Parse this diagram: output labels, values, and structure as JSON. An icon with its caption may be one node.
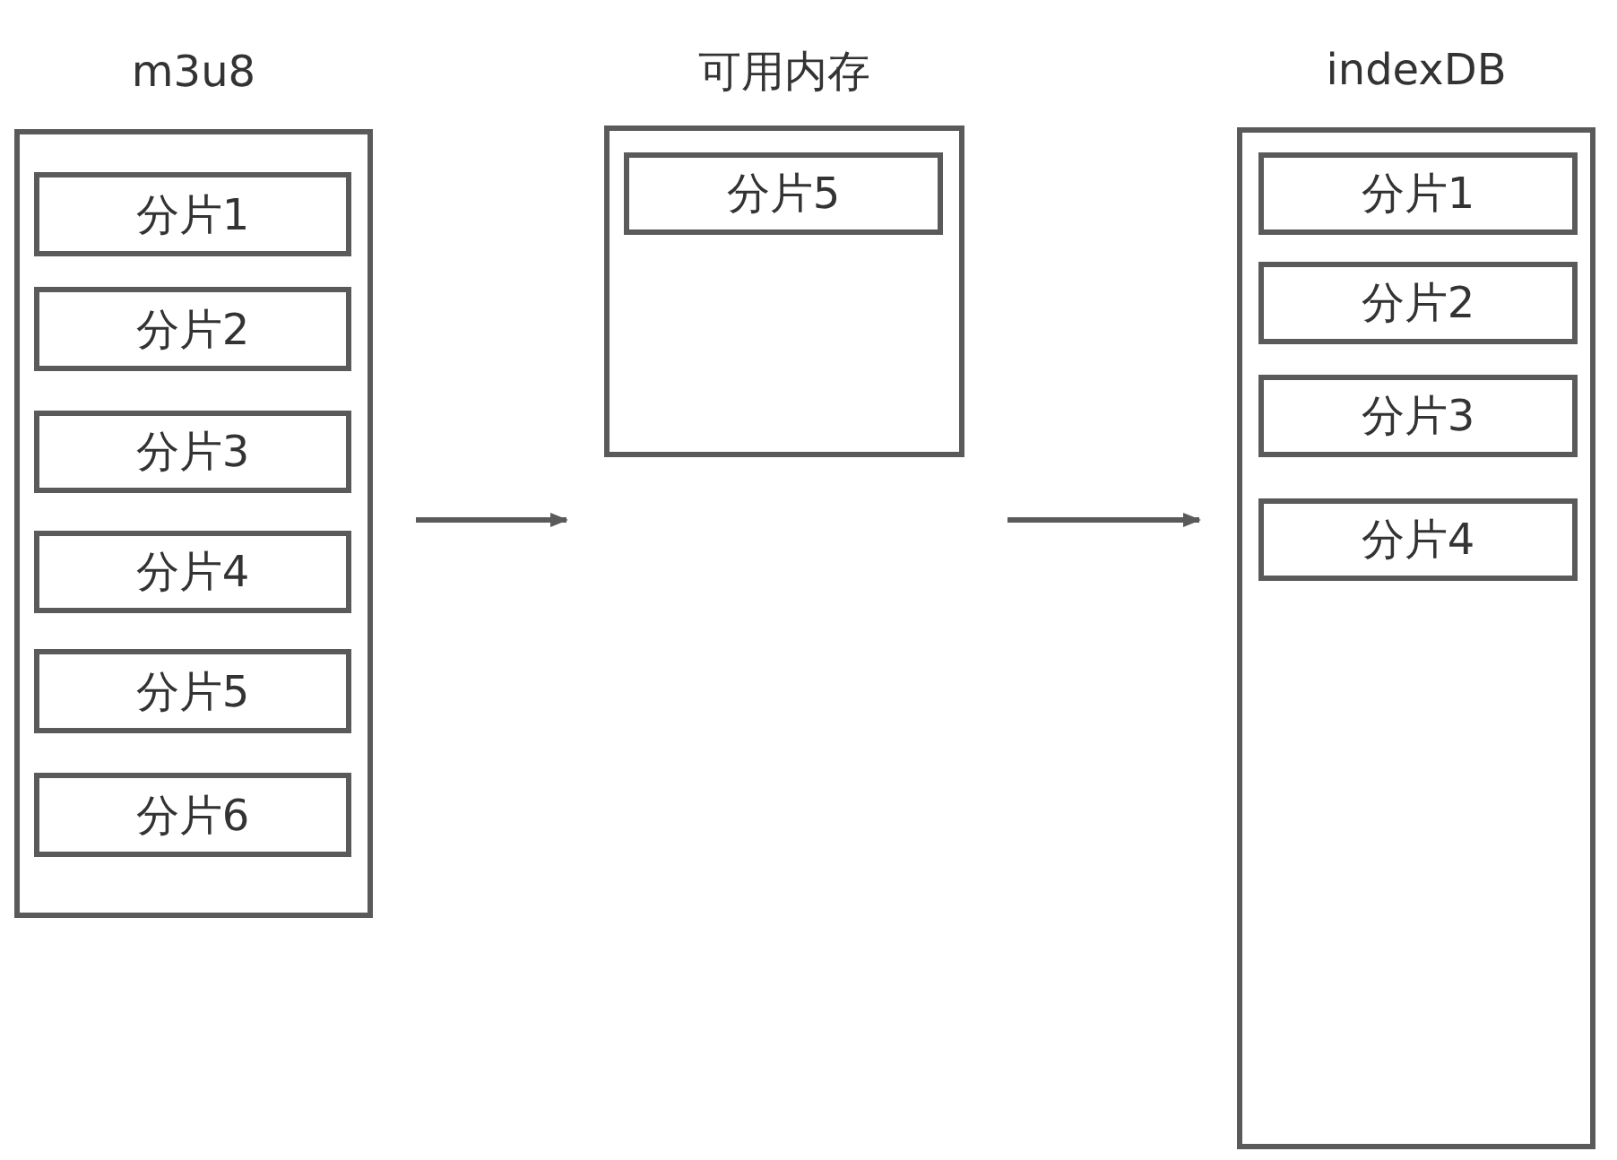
{
  "diagram": {
    "nodes": [
      {
        "text": [
          "m3u8"
        ]
      },
      {
        "text": [
          "分片1"
        ],
        "in": 0
      },
      {
        "text": [
          "分片2"
        ],
        "in": 0
      },
      {
        "text": [
          "分片3"
        ],
        "in": 0
      },
      {
        "text": [
          "分片4"
        ],
        "in": 0
      },
      {
        "text": [
          "分片5"
        ],
        "in": 0
      },
      {
        "text": [
          "分片6"
        ],
        "in": 0
      },
      {
        "text": [
          "可用内存"
        ]
      },
      {
        "text": [
          "分片5"
        ],
        "in": 7
      },
      {
        "text": [
          "indexDB"
        ]
      },
      {
        "text": [
          "分片1"
        ],
        "in": 9
      },
      {
        "text": [
          "分片2"
        ],
        "in": 9
      },
      {
        "text": [
          "分片3"
        ],
        "in": 9
      },
      {
        "text": [
          "分片4"
        ],
        "in": 9
      }
    ],
    "edges": [
      {
        "from": 0,
        "to": 7,
        "arrow": "to"
      },
      {
        "from": 7,
        "to": 9,
        "arrow": "to"
      }
    ]
  }
}
